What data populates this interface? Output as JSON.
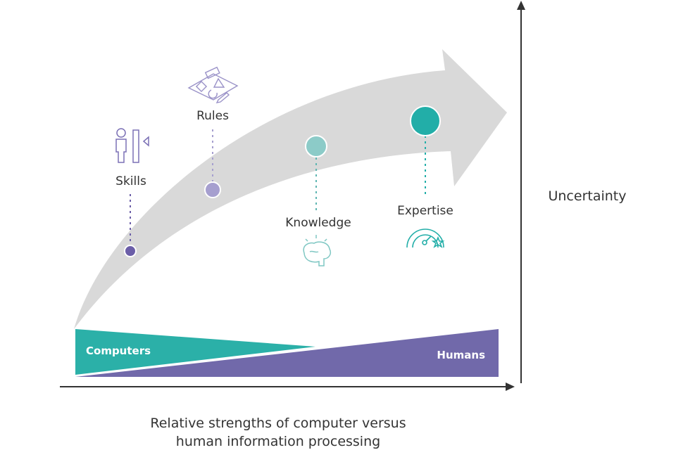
{
  "stages": [
    {
      "label": "Skills",
      "color": "#6b5ea8",
      "icon": "person-ruler-icon"
    },
    {
      "label": "Rules",
      "color": "#a69fcf",
      "icon": "drafting-tools-icon"
    },
    {
      "label": "Knowledge",
      "color": "#8ccbc8",
      "icon": "brain-icon"
    },
    {
      "label": "Expertise",
      "color": "#22aea8",
      "icon": "gauge-star-icon"
    }
  ],
  "bands": {
    "computers": "Computers",
    "humans": "Humans",
    "computers_color": "#2bb0a8",
    "humans_color": "#7169aa"
  },
  "y_axis_label": "Uncertainty",
  "x_axis_caption": [
    "Relative strengths of computer versus",
    "human information processing"
  ]
}
